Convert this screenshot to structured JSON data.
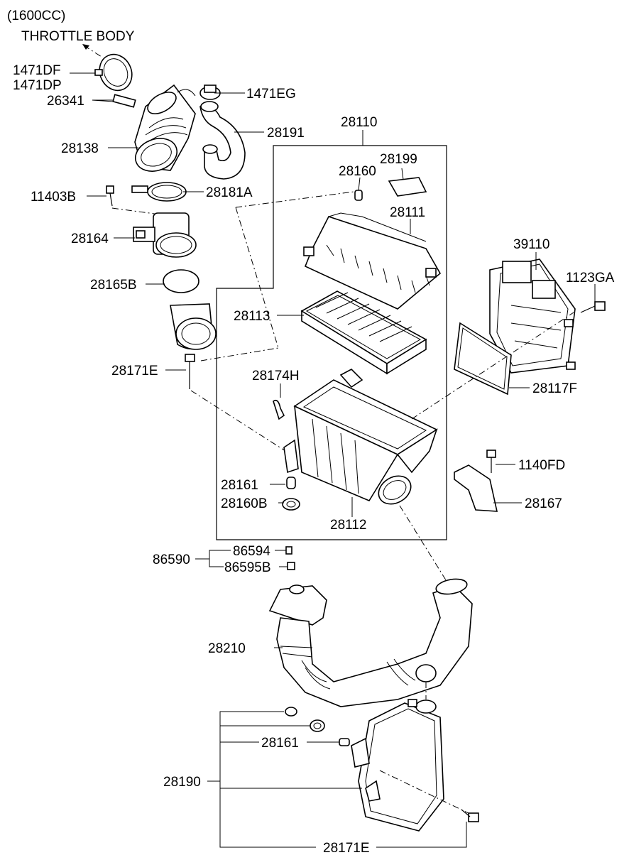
{
  "header": {
    "engine": "(1600CC)",
    "note": "THROTTLE BODY"
  },
  "labels": {
    "p1471DF": "1471DF",
    "p1471DP": "1471DP",
    "p26341": "26341",
    "p1471EG": "1471EG",
    "p28110": "28110",
    "p28191": "28191",
    "p28138": "28138",
    "p28199": "28199",
    "p28160": "28160",
    "p11403B": "11403B",
    "p28181A": "28181A",
    "p28111": "28111",
    "p28164": "28164",
    "p39110": "39110",
    "p1123GA": "1123GA",
    "p28165B": "28165B",
    "p28113": "28113",
    "p28171E_top": "28171E",
    "p28174H": "28174H",
    "p28117F": "28117F",
    "p1140FD": "1140FD",
    "p28161_top": "28161",
    "p28167": "28167",
    "p28160B": "28160B",
    "p28112": "28112",
    "p86594": "86594",
    "p86590": "86590",
    "p86595B": "86595B",
    "p28210": "28210",
    "p28161_bottom": "28161",
    "p28190": "28190",
    "p28171E_bottom": "28171E"
  }
}
